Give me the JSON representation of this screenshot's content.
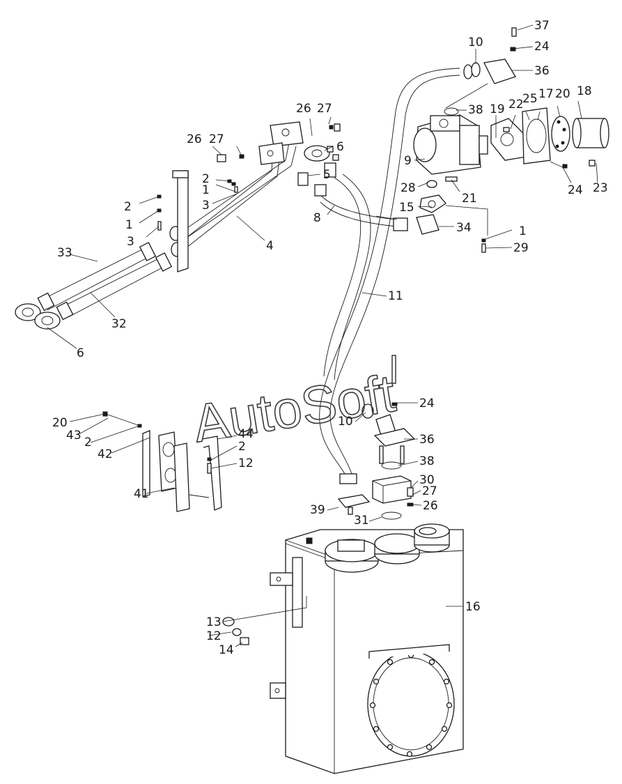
{
  "watermark": "AutoSoft",
  "callouts": [
    {
      "id": "c37a",
      "text": "37"
    },
    {
      "id": "c24a",
      "text": "24"
    },
    {
      "id": "c10a",
      "text": "10"
    },
    {
      "id": "c36a",
      "text": "36"
    },
    {
      "id": "c38a",
      "text": "38"
    },
    {
      "id": "c19",
      "text": "19"
    },
    {
      "id": "c22",
      "text": "22"
    },
    {
      "id": "c25",
      "text": "25"
    },
    {
      "id": "c17",
      "text": "17"
    },
    {
      "id": "c20a",
      "text": "20"
    },
    {
      "id": "c18",
      "text": "18"
    },
    {
      "id": "c9",
      "text": "9"
    },
    {
      "id": "c24b",
      "text": "24"
    },
    {
      "id": "c23",
      "text": "23"
    },
    {
      "id": "c28",
      "text": "28"
    },
    {
      "id": "c21",
      "text": "21"
    },
    {
      "id": "c15",
      "text": "15"
    },
    {
      "id": "c34",
      "text": "34"
    },
    {
      "id": "c1a",
      "text": "1"
    },
    {
      "id": "c29",
      "text": "29"
    },
    {
      "id": "c26a",
      "text": "26"
    },
    {
      "id": "c27a",
      "text": "27"
    },
    {
      "id": "c26b",
      "text": "26"
    },
    {
      "id": "c27b",
      "text": "27"
    },
    {
      "id": "c6a",
      "text": "6"
    },
    {
      "id": "c5",
      "text": "5"
    },
    {
      "id": "c2a",
      "text": "2"
    },
    {
      "id": "c1b",
      "text": "1"
    },
    {
      "id": "c3a",
      "text": "3"
    },
    {
      "id": "c2b",
      "text": "2"
    },
    {
      "id": "c1c",
      "text": "1"
    },
    {
      "id": "c3b",
      "text": "3"
    },
    {
      "id": "c8",
      "text": "8"
    },
    {
      "id": "c4",
      "text": "4"
    },
    {
      "id": "c33",
      "text": "33"
    },
    {
      "id": "c32",
      "text": "32"
    },
    {
      "id": "c6b",
      "text": "6"
    },
    {
      "id": "c11",
      "text": "11"
    },
    {
      "id": "c24c",
      "text": "24"
    },
    {
      "id": "c10b",
      "text": "10"
    },
    {
      "id": "c36b",
      "text": "36"
    },
    {
      "id": "c38b",
      "text": "38"
    },
    {
      "id": "c30",
      "text": "30"
    },
    {
      "id": "c27c",
      "text": "27"
    },
    {
      "id": "c26c",
      "text": "26"
    },
    {
      "id": "c39",
      "text": "39"
    },
    {
      "id": "c31",
      "text": "31"
    },
    {
      "id": "c20b",
      "text": "20"
    },
    {
      "id": "c43",
      "text": "43"
    },
    {
      "id": "c2c",
      "text": "2"
    },
    {
      "id": "c42",
      "text": "42"
    },
    {
      "id": "c44",
      "text": "44"
    },
    {
      "id": "c2d",
      "text": "2"
    },
    {
      "id": "c12a",
      "text": "12"
    },
    {
      "id": "c41",
      "text": "41"
    },
    {
      "id": "c16",
      "text": "16"
    },
    {
      "id": "c13",
      "text": "13"
    },
    {
      "id": "c12b",
      "text": "12"
    },
    {
      "id": "c14",
      "text": "14"
    }
  ]
}
